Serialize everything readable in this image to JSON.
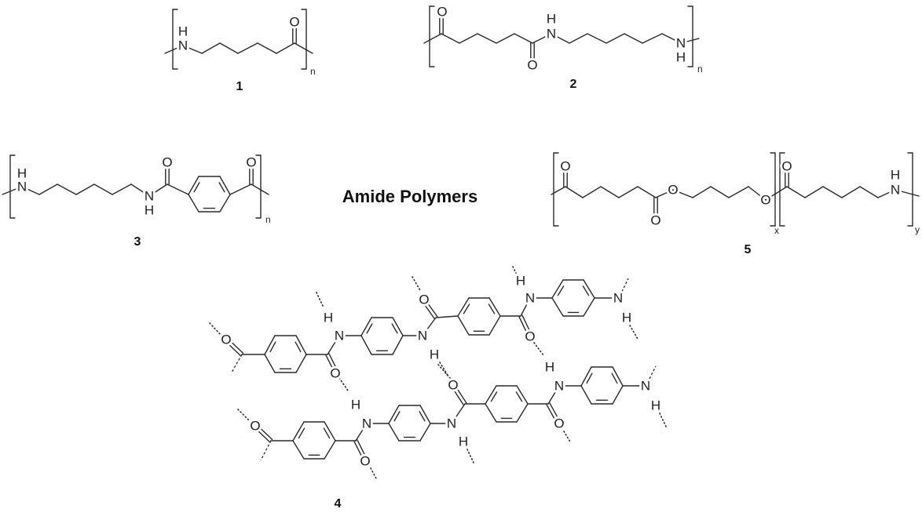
{
  "title": "Amide Polymers",
  "atoms": {
    "O": "O",
    "N": "N",
    "H": "H"
  },
  "compounds": [
    {
      "number": "1",
      "repeat_subscripts": [
        "n"
      ]
    },
    {
      "number": "2",
      "repeat_subscripts": [
        "n"
      ]
    },
    {
      "number": "3",
      "repeat_subscripts": [
        "n"
      ]
    },
    {
      "number": "4",
      "repeat_subscripts": []
    },
    {
      "number": "5",
      "repeat_subscripts": [
        "x",
        "y"
      ]
    }
  ]
}
